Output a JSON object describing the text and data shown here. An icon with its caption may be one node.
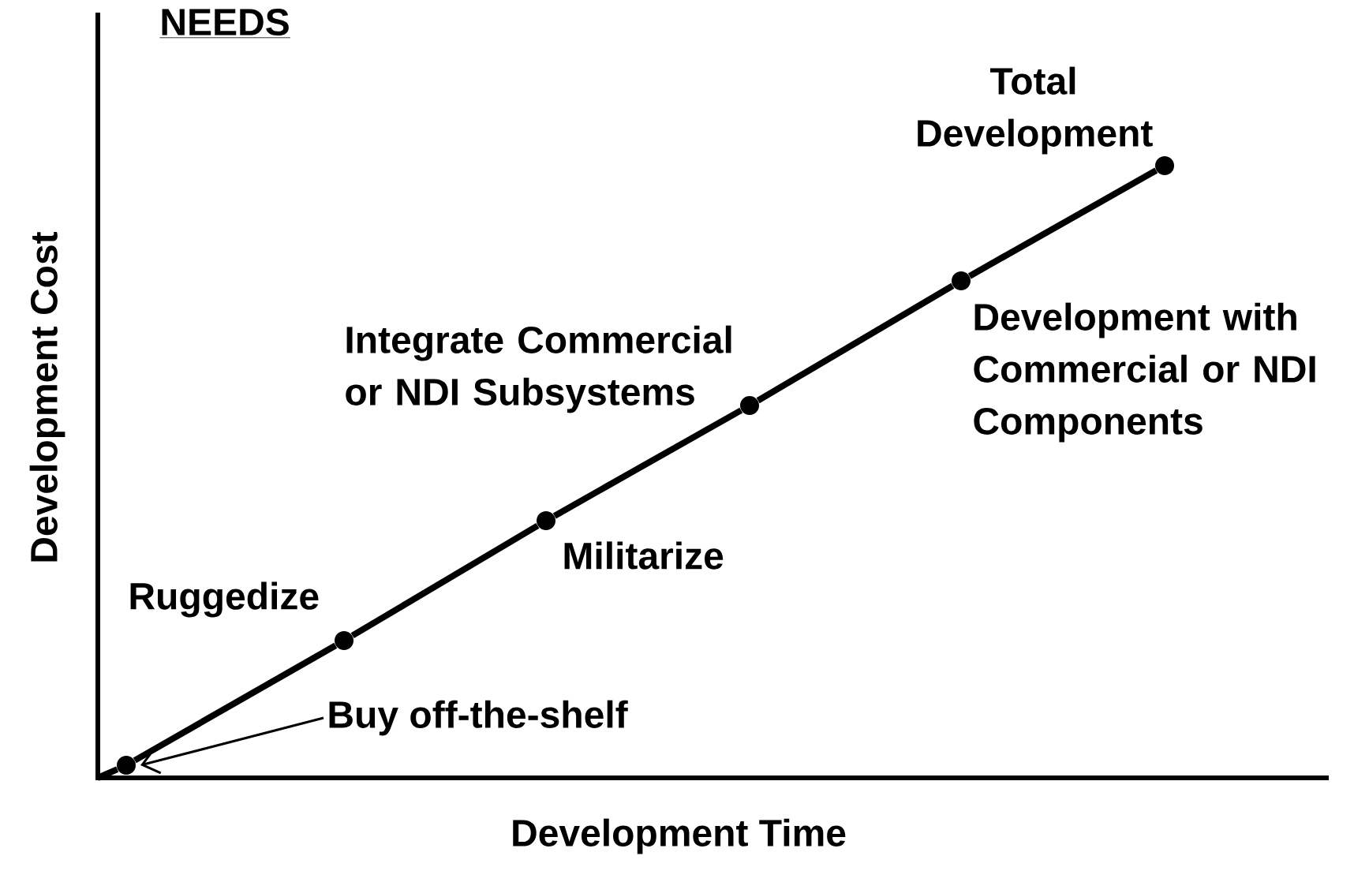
{
  "diagram": {
    "title": "NEEDS",
    "nodes": [
      {
        "text": [],
        "shape": "circle"
      },
      {
        "text": [
          "Buy off-the-shelf"
        ]
      },
      {
        "text": [],
        "shape": "circle",
        "beside": [
          "Ruggedize"
        ]
      },
      {
        "text": [],
        "shape": "circle",
        "beside": [
          "Militarize"
        ]
      },
      {
        "text": [],
        "shape": "circle",
        "beside": [
          "Integrate Commercial or NDI Subsystems"
        ]
      },
      {
        "text": [],
        "shape": "circle",
        "beside": [
          "Development with Commercial or NDI Components"
        ]
      },
      {
        "text": [],
        "shape": "circle",
        "beside": [
          "Total Development"
        ]
      }
    ],
    "edges": [
      {
        "from": null,
        "to": 0,
        "arrow": "none"
      },
      {
        "from": 0,
        "to": 2,
        "arrow": "none"
      },
      {
        "from": 2,
        "to": 3,
        "arrow": "none"
      },
      {
        "from": 3,
        "to": 4,
        "arrow": "none"
      },
      {
        "from": 4,
        "to": 5,
        "arrow": "none"
      },
      {
        "from": 5,
        "to": 6,
        "arrow": "none"
      },
      {
        "from": 1,
        "to": 0,
        "arrow": "to"
      }
    ],
    "labels": [
      "Development Cost",
      "Development Time"
    ]
  }
}
